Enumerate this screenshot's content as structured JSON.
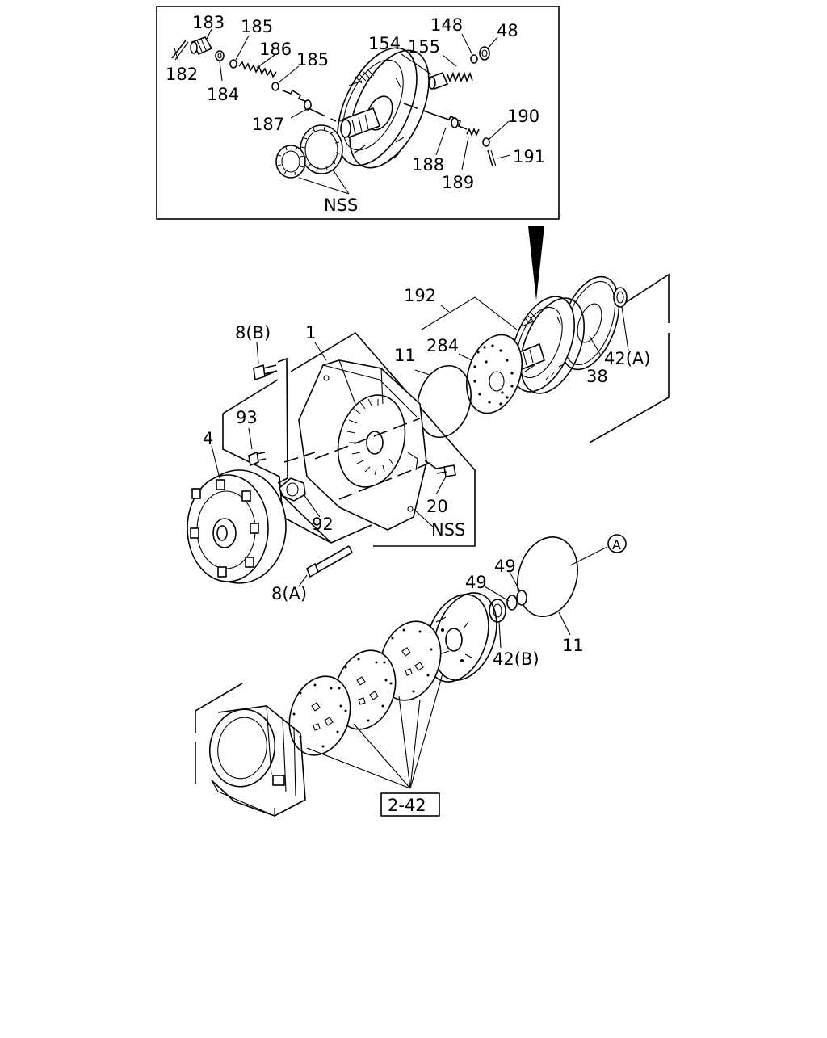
{
  "inset": {
    "labels": {
      "p183": "183",
      "p185a": "185",
      "p186": "186",
      "p185b": "185",
      "p182": "182",
      "p184": "184",
      "p187": "187",
      "p154": "154",
      "p155": "155",
      "p148": "148",
      "p48": "48",
      "p190": "190",
      "p191": "191",
      "p188": "188",
      "p189": "189",
      "nss": "NSS"
    }
  },
  "main": {
    "labels": {
      "p192": "192",
      "p8b": "8(B)",
      "p1": "1",
      "p11a": "11",
      "p284": "284",
      "p42a": "42(A)",
      "p38": "38",
      "p93": "93",
      "p4": "4",
      "p20": "20",
      "p92": "92",
      "nss": "NSS",
      "p8a": "8(A)",
      "circleA": "A",
      "p49a": "49",
      "p49b": "49",
      "p42b": "42(B)",
      "p11b": "11",
      "ref": "2-42"
    }
  },
  "icons": [
    "pump-assembly-icon",
    "torque-converter-icon",
    "converter-housing-icon",
    "clutch-plate-icon",
    "transmission-case-icon"
  ]
}
